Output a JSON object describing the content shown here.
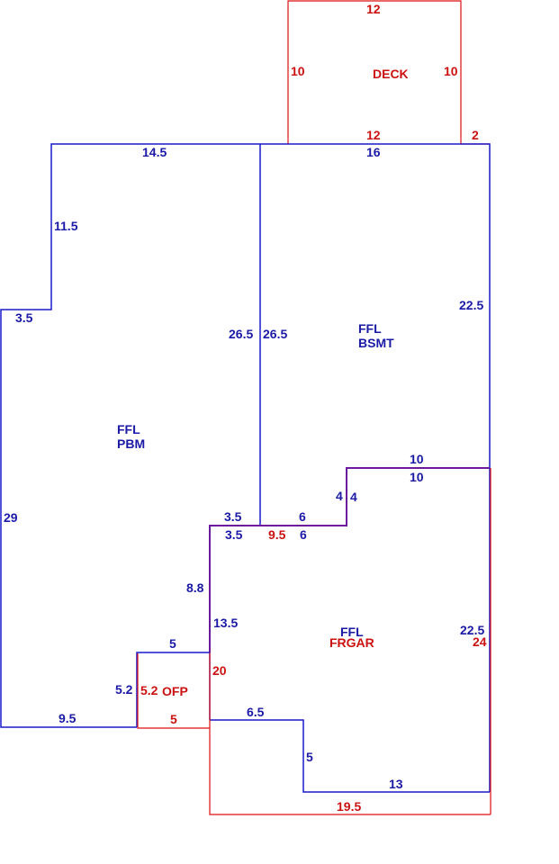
{
  "colors": {
    "blue": "#1a1aa6",
    "red": "#cc1111"
  },
  "areas": {
    "deck": {
      "name": "DECK"
    },
    "ffl_bsmt": {
      "line1": "FFL",
      "line2": "BSMT"
    },
    "ffl_pbm": {
      "line1": "FFL",
      "line2": "PBM"
    },
    "ffl_frgar": {
      "line1": "FFL",
      "line2": "FRGAR"
    },
    "ofp": {
      "name": "OFP"
    }
  },
  "dims": {
    "deck_top": "12",
    "deck_left": "10",
    "deck_right": "10",
    "deck_bottom": "12",
    "deck_offset": "2",
    "pbm_top": "14.5",
    "pbm_step_side": "11.5",
    "pbm_step_top": "3.5",
    "pbm_left": "29",
    "pbm_bottom": "9.5",
    "pbm_right": "26.5",
    "pbm_notch": "3.5",
    "pbm_lower_right": "8.8",
    "bsmt_top": "16",
    "bsmt_right": "22.5",
    "bsmt_left": "26.5",
    "bsmt_step_top": "10",
    "bsmt_step_side": "4",
    "bsmt_step_bottom": "6",
    "gar_step_top": "10",
    "gar_step_side": "4",
    "gar_top_a": "3.5",
    "gar_top_b": "9.5",
    "gar_top_c": "6",
    "gar_left_blue": "13.5",
    "gar_left_red": "20",
    "gar_right_blue": "22.5",
    "gar_right_red": "24",
    "gar_notch_top": "6.5",
    "gar_notch_side": "5",
    "gar_notch_bottom": "13",
    "gar_bottom": "19.5",
    "ofp_top": "5",
    "ofp_left_blue": "5.2",
    "ofp_left_red": "5.2",
    "ofp_bottom": "5"
  }
}
